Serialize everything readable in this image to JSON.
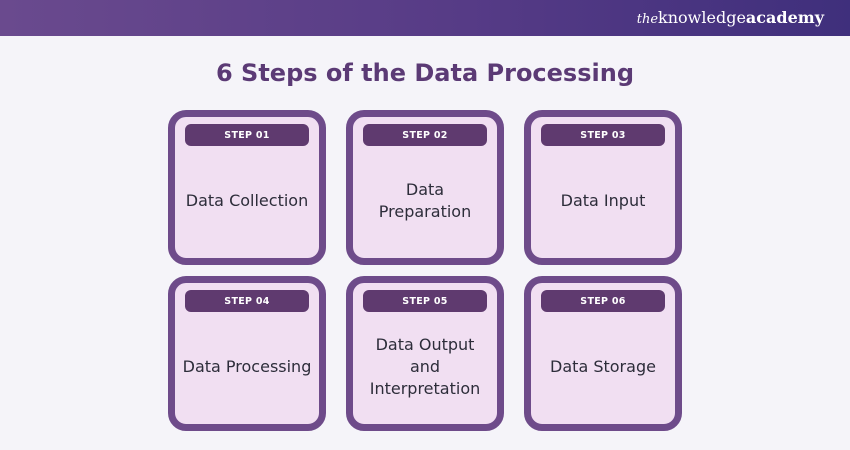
{
  "brand": {
    "the": "the",
    "knowledge": "knowledge",
    "academy": "academy"
  },
  "title": "6 Steps of the Data Processing",
  "steps": [
    {
      "badge": "STEP 01",
      "label": "Data Collection"
    },
    {
      "badge": "STEP 02",
      "label": "Data Preparation"
    },
    {
      "badge": "STEP 03",
      "label": "Data Input"
    },
    {
      "badge": "STEP 04",
      "label": "Data Processing"
    },
    {
      "badge": "STEP 05",
      "label": "Data Output and Interpretation"
    },
    {
      "badge": "STEP 06",
      "label": "Data Storage"
    }
  ],
  "colors": {
    "card_border": "#6e4b8a",
    "card_fill": "#f1dff2",
    "badge_fill": "#5f3a6f",
    "title": "#5b3a75"
  }
}
